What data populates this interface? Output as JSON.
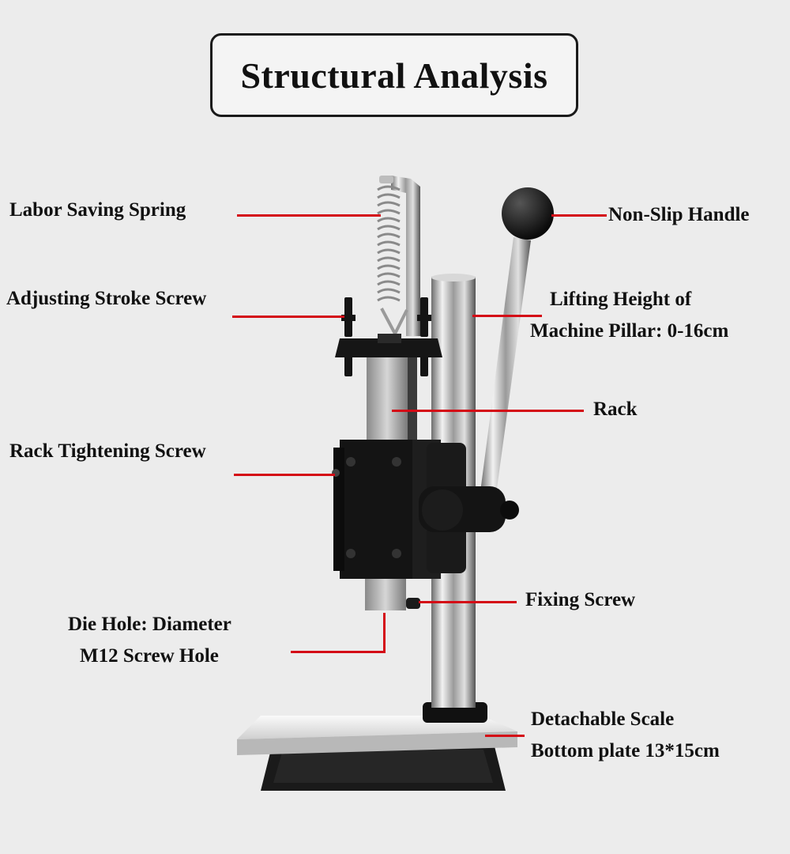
{
  "title": "Structural Analysis",
  "labels": {
    "spring": "Labor Saving Spring",
    "stroke_screw": "Adjusting Stroke Screw",
    "rack_tightening": "Rack Tightening Screw",
    "die_hole_line1": "Die Hole: Diameter",
    "die_hole_line2": "M12 Screw Hole",
    "handle": "Non-Slip Handle",
    "pillar_line1": "Lifting Height of",
    "pillar_line2": "Machine Pillar: 0-16cm",
    "rack": "Rack",
    "fixing_screw": "Fixing Screw",
    "plate_line1": "Detachable Scale",
    "plate_line2": "Bottom plate 13*15cm"
  },
  "colors": {
    "leader": "#d40b16",
    "background": "#ececec",
    "machine_body": "#151515",
    "chrome": "#c8c8c8"
  }
}
